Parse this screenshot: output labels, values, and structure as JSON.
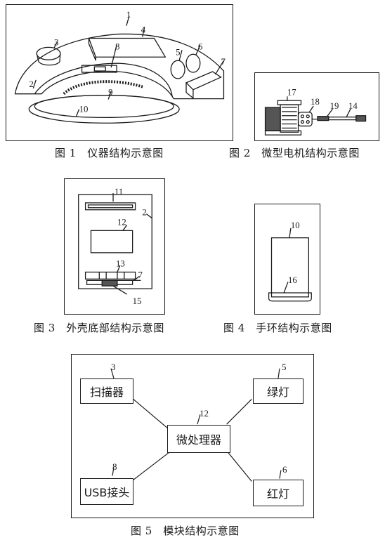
{
  "fig1": {
    "caption": "图 1　仪器结构示意图",
    "labels": {
      "l1": "1",
      "l2": "2",
      "l3": "3",
      "l4": "4",
      "l5": "5",
      "l6": "6",
      "l7": "7",
      "l8": "8",
      "l9": "9",
      "l10": "10"
    }
  },
  "fig2": {
    "caption": "图 2　微型电机结构示意图",
    "labels": {
      "l17": "17",
      "l18": "18",
      "l19": "19",
      "l14": "14"
    }
  },
  "fig3": {
    "caption": "图 3　外壳底部结构示意图",
    "labels": {
      "l11": "11",
      "l2": "2",
      "l12": "12",
      "l13": "13",
      "l7": "7",
      "l15": "15"
    }
  },
  "fig4": {
    "caption": "图 4　手环结构示意图",
    "labels": {
      "l10": "10",
      "l16": "16"
    }
  },
  "fig5": {
    "caption": "图 5　模块结构示意图",
    "modules": {
      "scanner": {
        "label": "扫描器",
        "num": "3"
      },
      "green": {
        "label": "绿灯",
        "num": "5"
      },
      "cpu": {
        "label": "微处理器",
        "num": "12"
      },
      "usb": {
        "label": "USB接头",
        "num": "8"
      },
      "red": {
        "label": "红灯",
        "num": "6"
      }
    }
  }
}
